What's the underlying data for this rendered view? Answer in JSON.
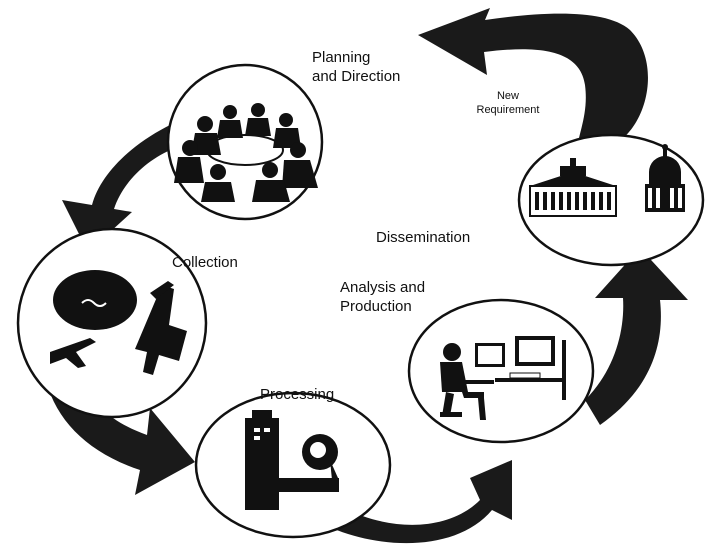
{
  "diagram": {
    "stages": {
      "planning": {
        "line1": "Planning",
        "line2": "and Direction"
      },
      "collection": {
        "label": "Collection"
      },
      "processing": {
        "label": "Processing"
      },
      "analysis": {
        "line1": "Analysis and",
        "line2": "Production"
      },
      "dissemination": {
        "label": "Dissemination"
      },
      "new_requirement": {
        "line1": "New",
        "line2": "Requirement"
      }
    },
    "icons": {
      "planning": "meeting-table-icon",
      "collection": "satellite-and-aircraft-icon",
      "processing": "computer-and-tape-icon",
      "analysis": "analyst-workstation-icon",
      "dissemination": "white-house-and-capitol-icon"
    },
    "colors": {
      "arrow": "#1a1a1a",
      "circle_stroke": "#111111",
      "background": "#ffffff"
    }
  }
}
